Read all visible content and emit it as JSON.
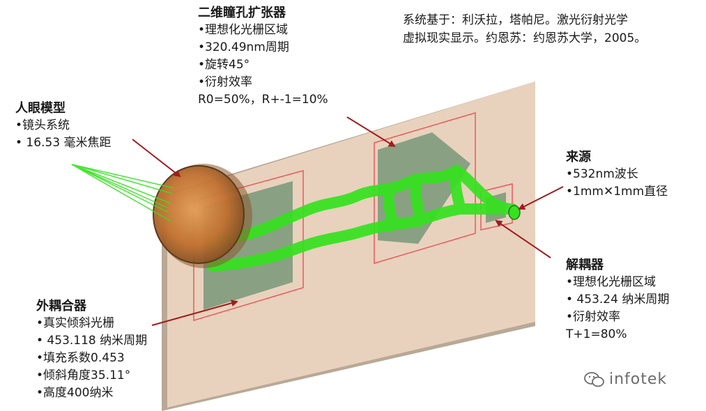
{
  "citation": {
    "line1": "系统基于：利沃拉，塔帕尼。激光衍射光学",
    "line2": "虚拟现实显示。约恩苏：约恩苏大学，2005。"
  },
  "expander": {
    "title": "二维瞳孔扩张器",
    "items": [
      "•理想化光栅区域",
      "•320.49nm周期",
      "•旋转45°",
      "•衍射效率"
    ],
    "efficiency": "R0=50%，R+-1=10%"
  },
  "eye": {
    "title": "人眼模型",
    "items": [
      "•镜头系统",
      "• 16.53 毫米焦距"
    ]
  },
  "source": {
    "title": "来源",
    "items": [
      "•532nm波长",
      "•1mm✕1mm直径"
    ]
  },
  "incoupler": {
    "title": "解耦器",
    "items": [
      "•理想化光栅区域",
      "• 453.24 纳米周期",
      "•衍射效率"
    ],
    "efficiency": "T+1=80%"
  },
  "outcoupler": {
    "title": "外耦合器",
    "items": [
      "•真实倾斜光栅",
      "• 453.118 纳米周期",
      "•填充系数0.453",
      "•倾斜角度35.11°",
      "•高度400纳米"
    ]
  },
  "watermark": {
    "text": "infotek",
    "icon": "wechat-icon"
  },
  "colors": {
    "waveguide": "#e8d2bd",
    "waveguide_edge": "#b9a896",
    "grating": "#7e9a7c",
    "beam": "#35e21f",
    "frame": "#e8585f",
    "arrow": "#a31a1e",
    "lens": "#c9772e"
  }
}
